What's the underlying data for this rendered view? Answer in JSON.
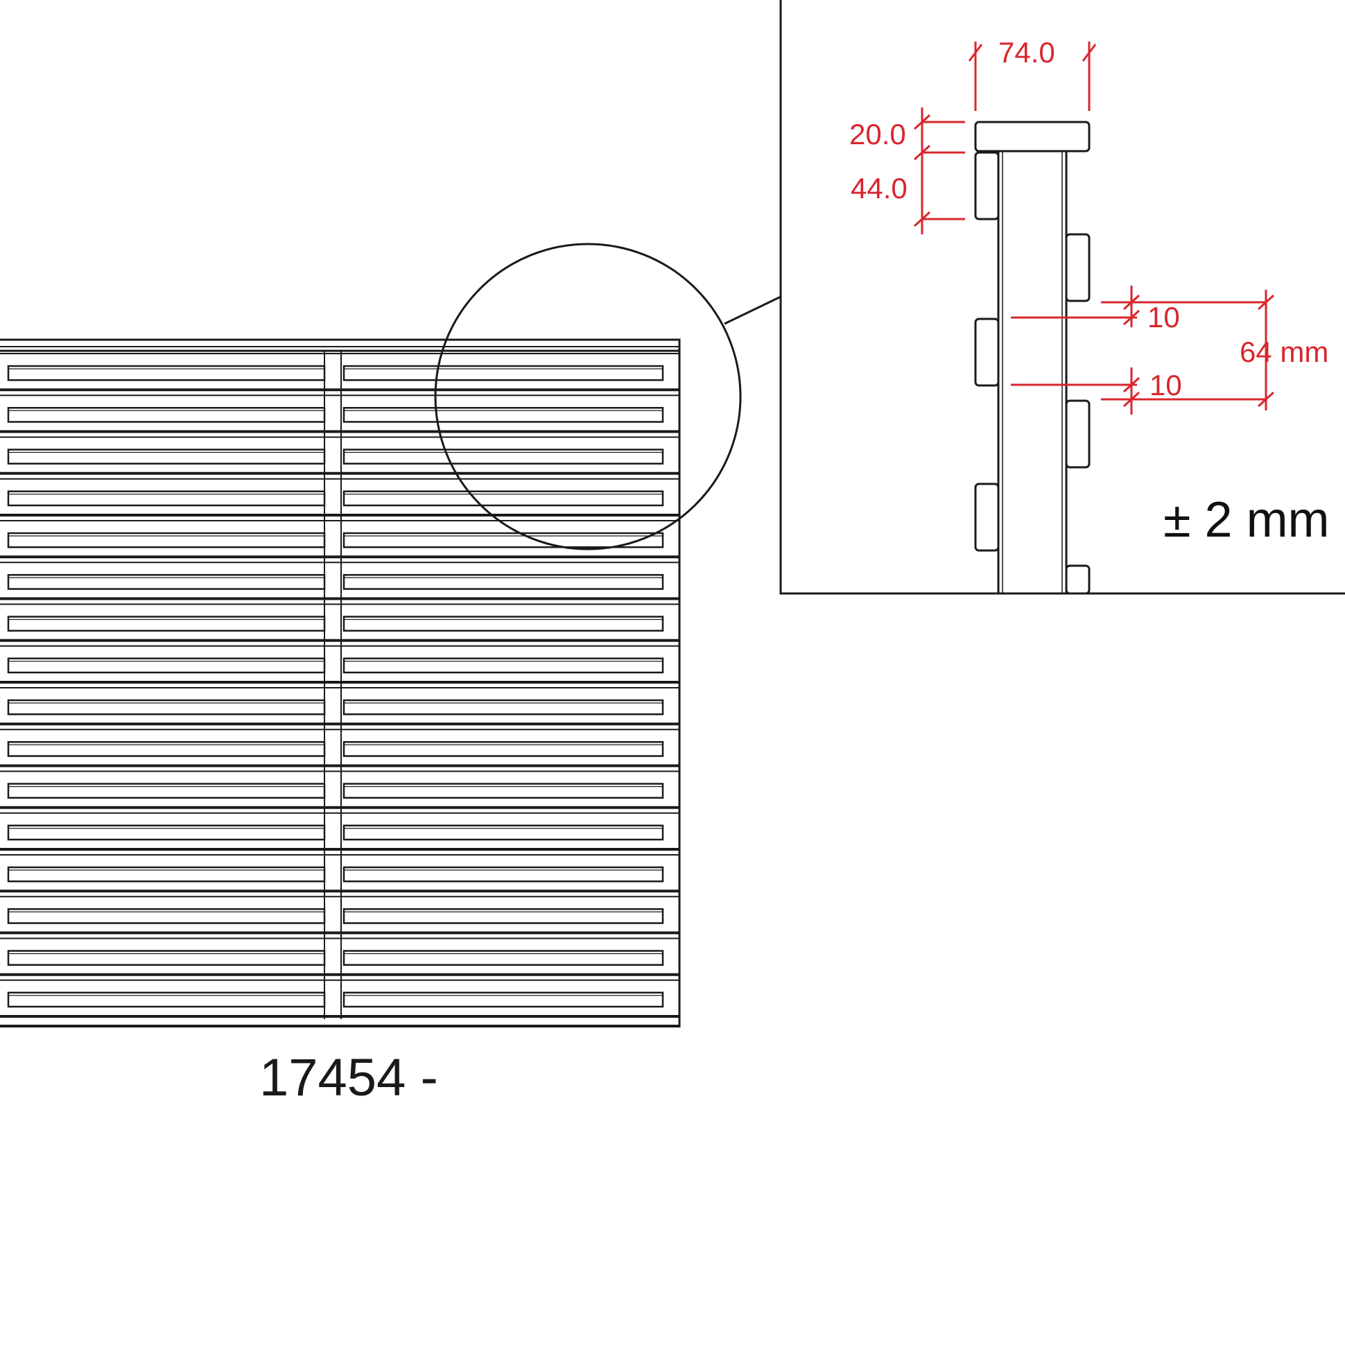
{
  "product": {
    "code_label": "17454 -"
  },
  "detail": {
    "tolerance": "± 2 mm"
  },
  "dimensions": {
    "top_width": "74.0",
    "cap_height": "20.0",
    "board_height": "44.0",
    "gap_upper": "10",
    "gap_lower": "10",
    "slat_pitch": "64 mm"
  },
  "panel": {
    "slat_count": 16
  },
  "colors": {
    "line": "#1a1a1a",
    "dimension": "#d9262e",
    "background": "#ffffff"
  }
}
